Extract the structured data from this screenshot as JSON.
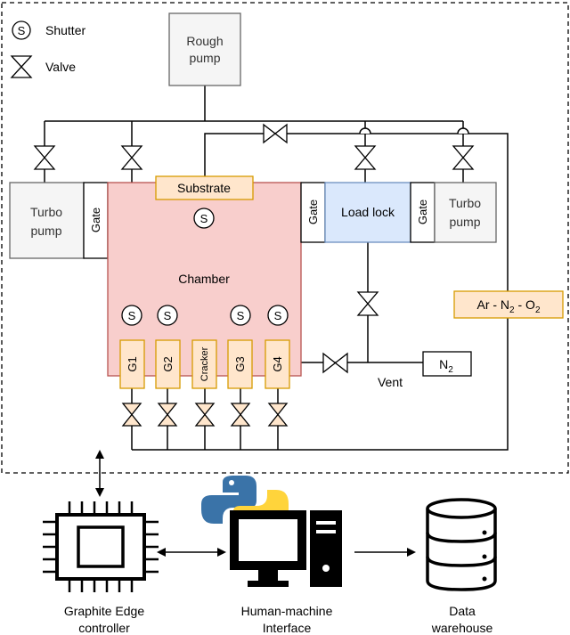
{
  "legend": {
    "shutter_symbol": "S",
    "shutter_label": "Shutter",
    "valve_label": "Valve"
  },
  "rough_pump": {
    "line1": "Rough",
    "line2": "pump"
  },
  "turbo_left": {
    "line1": "Turbo",
    "line2": "pump"
  },
  "turbo_right": {
    "line1": "Turbo",
    "line2": "pump"
  },
  "gate_label": "Gate",
  "substrate_label": "Substrate",
  "chamber_label": "Chamber",
  "load_lock_label": "Load lock",
  "shutter_symbol": "S",
  "gas_label": {
    "ar": "Ar - N",
    "sub1": "2",
    "mid": " - O",
    "sub2": "2"
  },
  "sources": [
    "G1",
    "G2",
    "Cracker",
    "G3",
    "G4"
  ],
  "n2": {
    "main": "N",
    "sub": "2"
  },
  "vent_label": "Vent",
  "controller_label": {
    "line1": "Graphite Edge",
    "line2": "controller"
  },
  "hmi_label": {
    "line1": "Human-machine",
    "line2": "Interface"
  },
  "warehouse_label": {
    "line1": "Data",
    "line2": "warehouse"
  },
  "colors": {
    "chamber_fill": "#f8cecc",
    "chamber_stroke": "#b85450",
    "orange_fill": "#ffe6cc",
    "orange_stroke": "#d79b00",
    "loadlock_fill": "#dae8fc",
    "loadlock_stroke": "#6c8ebf",
    "gray_fill": "#f5f5f5",
    "gray_stroke": "#666666",
    "valve_fill": "#ffe6cc",
    "python_blue": "#3a73a8",
    "python_yellow": "#ffd43b"
  }
}
